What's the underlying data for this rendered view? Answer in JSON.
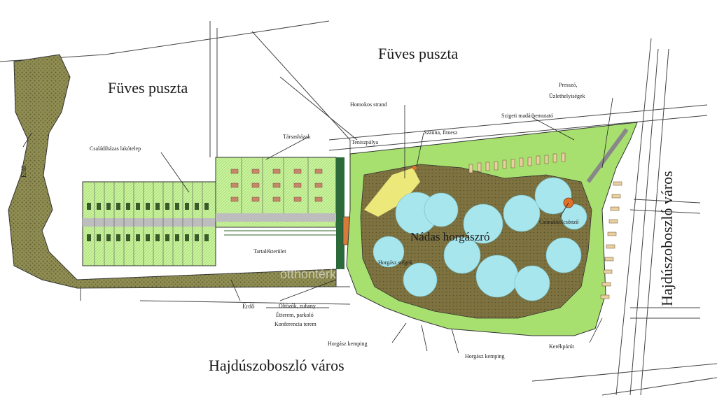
{
  "labels": {
    "fuves_puszta_1": "Füves puszta",
    "fuves_puszta_2": "Füves puszta",
    "hajduszoboszlo_bottom": "Hajdúszoboszló város",
    "hajduszoboszlo_right": "Hajdúszoboszló város",
    "nadas_horgaszto": "Nádas horgászró",
    "erdo_left": "Erdő",
    "erdo_bottom": "Erdő",
    "csaladihazas_lakotelep": "Családiházas lakótelep",
    "tarsashazak": "Társasházak",
    "teniszpalya": "Teniszpálya",
    "homokos_strand": "Homokos strand",
    "szauna_fitnesz": "Szauna, fitnesz",
    "presszo": "Presszó,",
    "uzlethelyisegek": "Üzlethelyiségek",
    "szigeti_madarbemutato": "Szigeti madárbemutató",
    "csonakkolcsonzo": "Csónakkölcsönző",
    "tartalekterulet": "Tartalékterület",
    "horgasz_stegek": "Horgász stégek",
    "oltozok_zuhany": "Öltözők, zuhany",
    "etterem_parkolo": "Étterem, parkoló",
    "konferencia_terem": "Konferencia terem",
    "horgasz_kemping_1": "Horgász kemping",
    "horgasz_kemping_2": "Horgász kemping",
    "kerekparut": "Kerékpárút",
    "watermark": "otthontérkép"
  },
  "colors": {
    "forest": "#8a8a4a",
    "grass": "#a8e070",
    "grass_light": "#c8f09a",
    "water": "#a8e6ee",
    "reed": "#7a6e3a",
    "sand": "#ece87a",
    "roof": "#c88a6a",
    "road": "#bfbfbf",
    "line": "#333333",
    "orange": "#e0702a"
  }
}
